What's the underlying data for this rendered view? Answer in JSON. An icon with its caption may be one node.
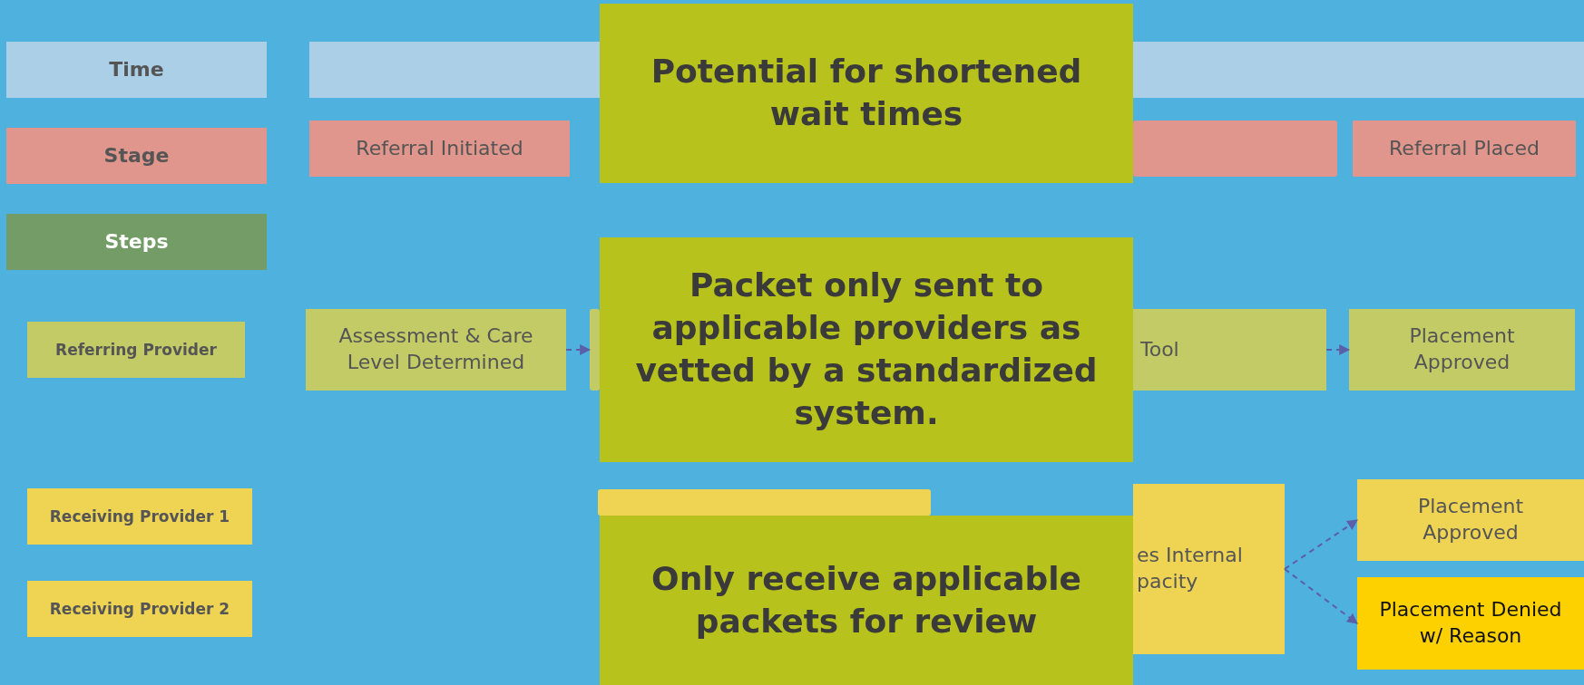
{
  "diagram": {
    "nodes": [
      {
        "text": [
          "Time"
        ]
      },
      {
        "text": [],
        "shape": "bar"
      },
      {
        "text": [
          "Potential for shortened wait times"
        ]
      },
      {
        "text": [],
        "shape": "bar"
      },
      {
        "text": [
          "Stage"
        ]
      },
      {
        "text": [
          "Referral Initiated"
        ]
      },
      {
        "text": [],
        "shape": "box"
      },
      {
        "text": [
          "Referral Placed"
        ]
      },
      {
        "text": [
          "Steps"
        ]
      },
      {
        "text": [
          "Packet only sent to applicable providers as vetted by a standardized system."
        ]
      },
      {
        "text": [
          "Referring Provider"
        ]
      },
      {
        "text": [
          "Assessment & Care Level Determined"
        ]
      },
      {
        "text": [],
        "shape": "box"
      },
      {
        "text": [
          "Tool"
        ]
      },
      {
        "text": [
          "Placement Approved"
        ]
      },
      {
        "text": [
          "Receiving Provider 1"
        ]
      },
      {
        "text": [],
        "shape": "box"
      },
      {
        "text": [
          "Only receive applicable packets for review"
        ]
      },
      {
        "text": [
          "es Internal pacity"
        ]
      },
      {
        "text": [
          "Placement Approved"
        ]
      },
      {
        "text": [
          "Placement Denied w/ Reason"
        ]
      },
      {
        "text": [
          "Receiving Provider 2"
        ]
      }
    ],
    "edges": [
      {
        "from": 11,
        "to": 12,
        "arrow": "to",
        "style": "dashed"
      },
      {
        "from": 13,
        "to": 14,
        "arrow": "to",
        "style": "dashed"
      },
      {
        "from": 18,
        "to": 19,
        "arrow": "to",
        "style": "dashed"
      },
      {
        "from": 18,
        "to": 20,
        "arrow": "to",
        "style": "dashed"
      }
    ]
  }
}
